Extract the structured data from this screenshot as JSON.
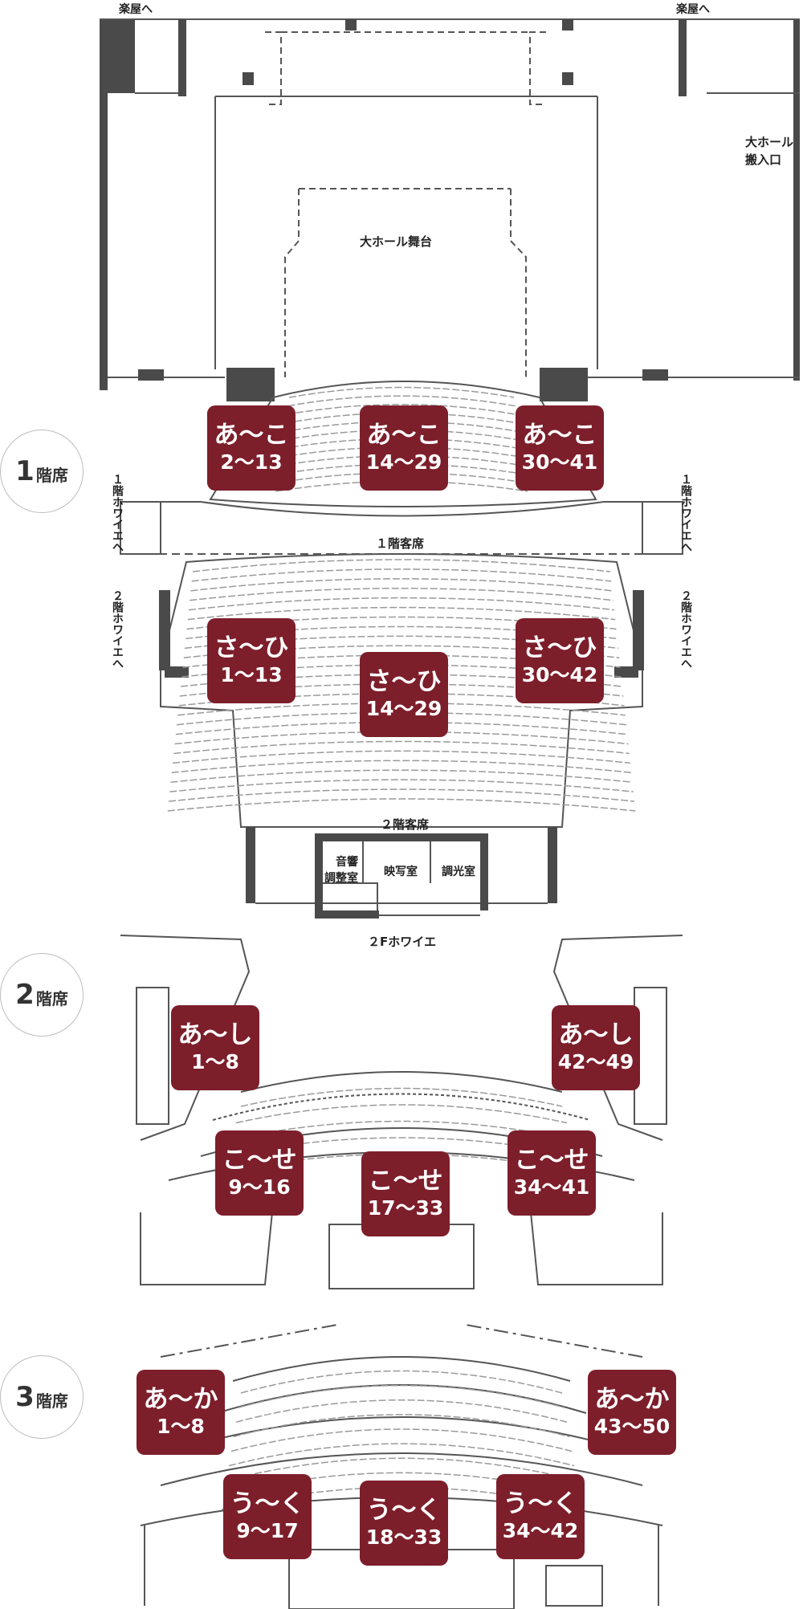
{
  "labels": {
    "gakuya_left": "楽屋へ",
    "gakuya_right": "楽屋へ",
    "loading_1": "大ホール",
    "loading_2": "搬入口",
    "stage": "大ホール舞台",
    "seats_1f": "１階客席",
    "seats_2f": "２階客席",
    "foyer_2f": "２Fホワイエ",
    "to_1f_foyer_v": "１階ホワイエへ",
    "to_2f_foyer_v": "２階ホワイエへ",
    "sound_room_1": "音響",
    "sound_room_2": "調整室",
    "projection_room": "映写室",
    "lighting_room": "調光室"
  },
  "floors": [
    {
      "num": "1",
      "label": "階席"
    },
    {
      "num": "2",
      "label": "階席"
    },
    {
      "num": "3",
      "label": "階席"
    }
  ],
  "blocks": [
    {
      "rows": "あ～こ",
      "nums": "2～13"
    },
    {
      "rows": "あ～こ",
      "nums": "14～29"
    },
    {
      "rows": "あ～こ",
      "nums": "30～41"
    },
    {
      "rows": "さ～ひ",
      "nums": "1～13"
    },
    {
      "rows": "さ～ひ",
      "nums": "14～29"
    },
    {
      "rows": "さ～ひ",
      "nums": "30～42"
    },
    {
      "rows": "あ～し",
      "nums": "1～8"
    },
    {
      "rows": "あ～し",
      "nums": "42～49"
    },
    {
      "rows": "こ～せ",
      "nums": "9～16"
    },
    {
      "rows": "こ～せ",
      "nums": "17～33"
    },
    {
      "rows": "こ～せ",
      "nums": "34～41"
    },
    {
      "rows": "あ～か",
      "nums": "1～8"
    },
    {
      "rows": "あ～か",
      "nums": "43～50"
    },
    {
      "rows": "う～く",
      "nums": "9～17"
    },
    {
      "rows": "う～く",
      "nums": "18～33"
    },
    {
      "rows": "う～く",
      "nums": "34～42"
    }
  ],
  "colors": {
    "block": "#7d1e2b",
    "wall": "#4a4a4a",
    "line": "#555555"
  }
}
